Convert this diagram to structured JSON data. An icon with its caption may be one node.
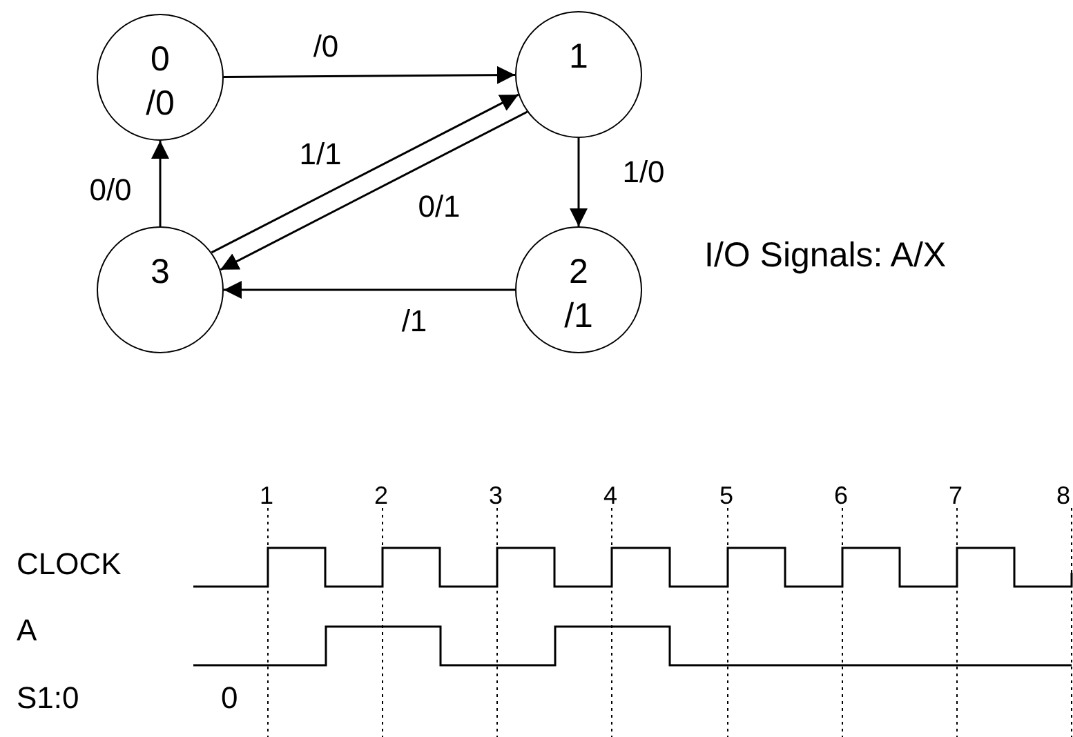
{
  "diagram": {
    "nodes": [
      {
        "text": [
          "0",
          "/0"
        ]
      },
      {
        "text": [
          "1"
        ]
      },
      {
        "text": [
          "2",
          "/1"
        ]
      },
      {
        "text": [
          "3"
        ]
      }
    ],
    "edges": [
      {
        "from": 0,
        "to": 1,
        "arrow": "to",
        "label": "/0"
      },
      {
        "from": 3,
        "to": 1,
        "arrow": "to",
        "label": "1/1"
      },
      {
        "from": 1,
        "to": 3,
        "arrow": "to",
        "label": "0/1"
      },
      {
        "from": 1,
        "to": 2,
        "arrow": "to",
        "label": "1/0"
      },
      {
        "from": 2,
        "to": 3,
        "arrow": "to",
        "label": "/1"
      },
      {
        "from": 3,
        "to": 0,
        "arrow": "to",
        "label": "0/0"
      }
    ],
    "labels": [
      "I/O Signals: A/X",
      "1",
      "2",
      "3",
      "4",
      "5",
      "6",
      "7",
      "8",
      "CLOCK",
      "A",
      "S1:0",
      "0"
    ]
  }
}
